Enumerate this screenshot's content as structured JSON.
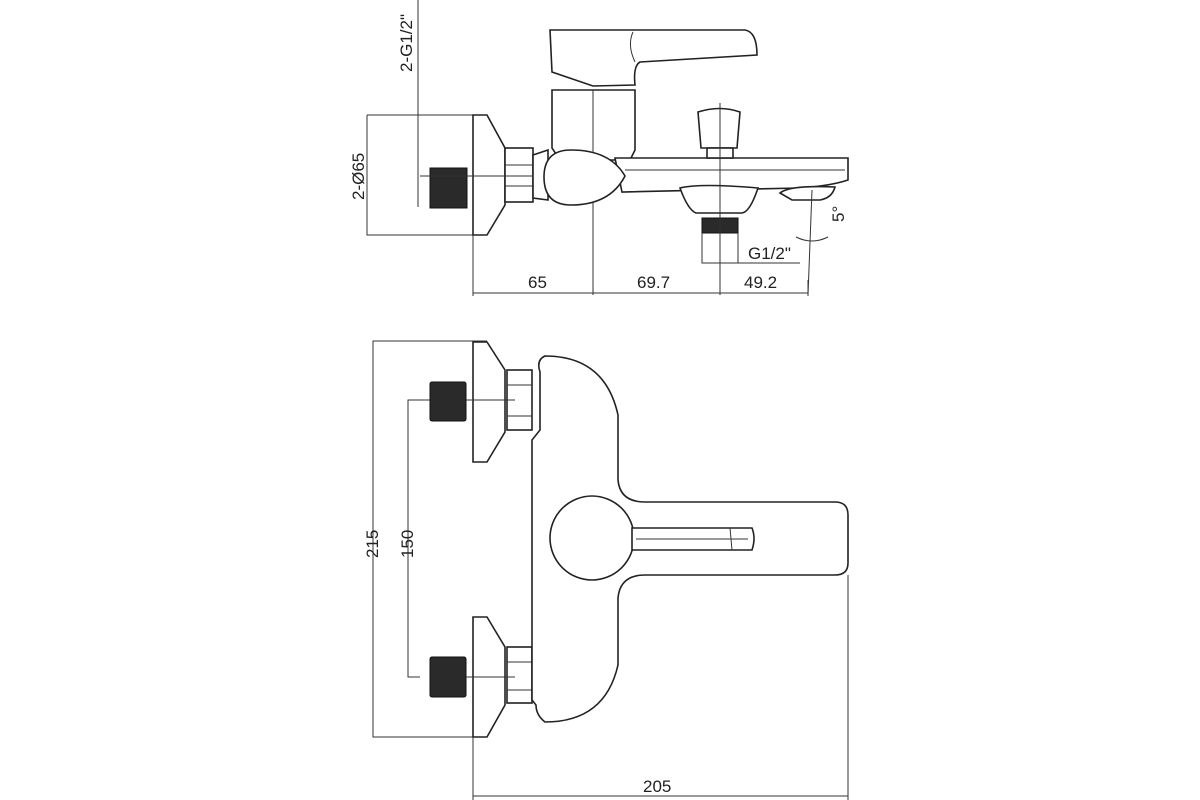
{
  "drawing": {
    "side_view": {
      "labels": {
        "inlet_thread": "2-G1/2\"",
        "flange_diameter": "2-Ø65",
        "dim_wall_to_body": "65",
        "dim_body_to_outlet": "69.7",
        "dim_outlet_to_spout": "49.2",
        "outlet_thread": "G1/2\"",
        "spout_angle": "5°"
      }
    },
    "front_view": {
      "labels": {
        "total_height": "215",
        "inlet_spacing": "150",
        "total_depth": "205"
      }
    },
    "colors": {
      "line": "#222222",
      "background": "#ffffff"
    }
  }
}
